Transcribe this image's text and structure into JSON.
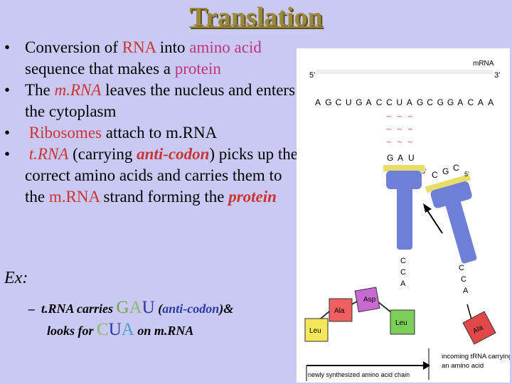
{
  "title": "Translation",
  "bullets": [
    {
      "pre": "Conversion of ",
      "red": "RNA",
      "mid": " into ",
      "pink": "amino acid",
      "post": " sequence that makes a ",
      "pink2": "protein"
    },
    {
      "pre": "The ",
      "red": "m.RNA",
      "post": " leaves the nucleus and enters the cytoplasm"
    },
    {
      "red": "Ribosomes",
      "post": " attach to m.RNA"
    },
    {
      "red": "t.RNA",
      "mid": " (carrying ",
      "boldred": "anti-codon",
      "post": ") picks up the correct amino acids and carries them to the ",
      "red2": "m.RNA",
      "post2": " strand forming the ",
      "boldred2": "protein"
    }
  ],
  "example": {
    "label": "Ex:",
    "dash": "–",
    "trna": "t.RNA",
    "carries": " carries ",
    "g": "G",
    "a": "A",
    "u": "U",
    "open": " (",
    "anticodon": "anti-codon",
    "close": ")&",
    "looks": "looks for ",
    "c": "C",
    "u2": "U",
    "a2": "A",
    "on": " on ",
    "mrna": "m.RNA"
  },
  "figure": {
    "mrna_label": "mRNA",
    "five_prime": "5'",
    "three_prime": "3'",
    "sequence": [
      "A",
      "G",
      "C",
      "U",
      "G",
      "A",
      "C",
      "C",
      "U",
      "A",
      "G",
      "C",
      "G",
      "G",
      "A",
      "C",
      "A",
      "A"
    ],
    "anticodon_left": [
      "G",
      "A",
      "U"
    ],
    "anticodon_right": [
      "C",
      "G",
      "C"
    ],
    "tilde": "~",
    "trna_tail_left": [
      "C",
      "C",
      "A"
    ],
    "trna_tail_right": [
      "C",
      "C",
      "A"
    ],
    "amino_acids": [
      {
        "name": "Leu",
        "color": "#f2e85a"
      },
      {
        "name": "Ala",
        "color": "#f06060"
      },
      {
        "name": "Asp",
        "color": "#c86ad0"
      },
      {
        "name": "Leu",
        "color": "#7ecf5a"
      },
      {
        "name": "Ala",
        "color": "#e04848"
      }
    ],
    "caption_chain": "newly synthesized amino acid chain",
    "caption_incoming_1": "incoming tRNA carrying",
    "caption_incoming_2": "an amino acid",
    "colors": {
      "trna": "#6c80d8",
      "anticodon_bar": "#f0e070"
    }
  }
}
